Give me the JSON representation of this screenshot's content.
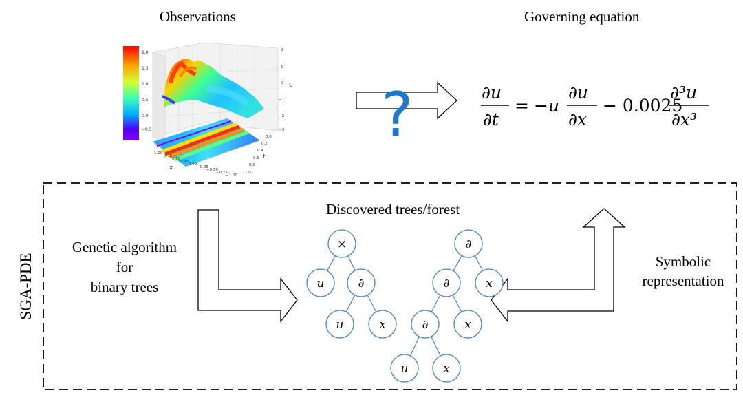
{
  "top": {
    "observations_title": "Observations",
    "governing_title": "Governing equation",
    "question_mark": "?",
    "plot": {
      "axis_x_label": "x",
      "axis_t_label": "t",
      "axis_u_label": "u",
      "x_ticks": [
        "1.00",
        "0.75",
        "0.50",
        "0.25",
        "0.00",
        "−0.25",
        "−0.50",
        "−0.75",
        "−1.00"
      ],
      "t_ticks": [
        "0.0",
        "0.2",
        "0.4",
        "0.6",
        "0.8",
        "1.0"
      ],
      "u_ticks": [
        "2",
        "1",
        "0",
        "−1",
        "−2",
        "−3"
      ],
      "colorbar_ticks": [
        "2.0",
        "1.5",
        "1.0",
        "0.5",
        "0.0",
        "−0.5"
      ],
      "colormap": [
        "#ff0000",
        "#ffa000",
        "#d0ff30",
        "#40ffb0",
        "#00b0ff",
        "#5000ff",
        "#8000ff"
      ]
    },
    "equation": {
      "lhs_num": "∂u",
      "lhs_den": "∂t",
      "eq_sign": "=",
      "minus_u": "−u",
      "t2_num": "∂u",
      "t2_den": "∂x",
      "minus_coef": "− 0.0025",
      "t3_num": "∂³u",
      "t3_den": "∂x³"
    }
  },
  "bottom": {
    "sga_label": "SGA-PDE",
    "forest_title": "Discovered trees/forest",
    "left_label": [
      "Genetic algorithm",
      "for",
      "binary trees"
    ],
    "right_label": [
      "Symbolic",
      "representation"
    ],
    "tree1": {
      "root": "×",
      "left": "u",
      "right": "∂",
      "rl": "u",
      "rr": "x"
    },
    "tree2": {
      "root": "∂",
      "left": "∂",
      "right": "x",
      "ll": "∂",
      "lr": "x",
      "lll": "u",
      "llr": "x"
    }
  },
  "colors": {
    "node_stroke": "#4a86c2",
    "question": "#1e78c8",
    "edge": "#4a86c2"
  }
}
